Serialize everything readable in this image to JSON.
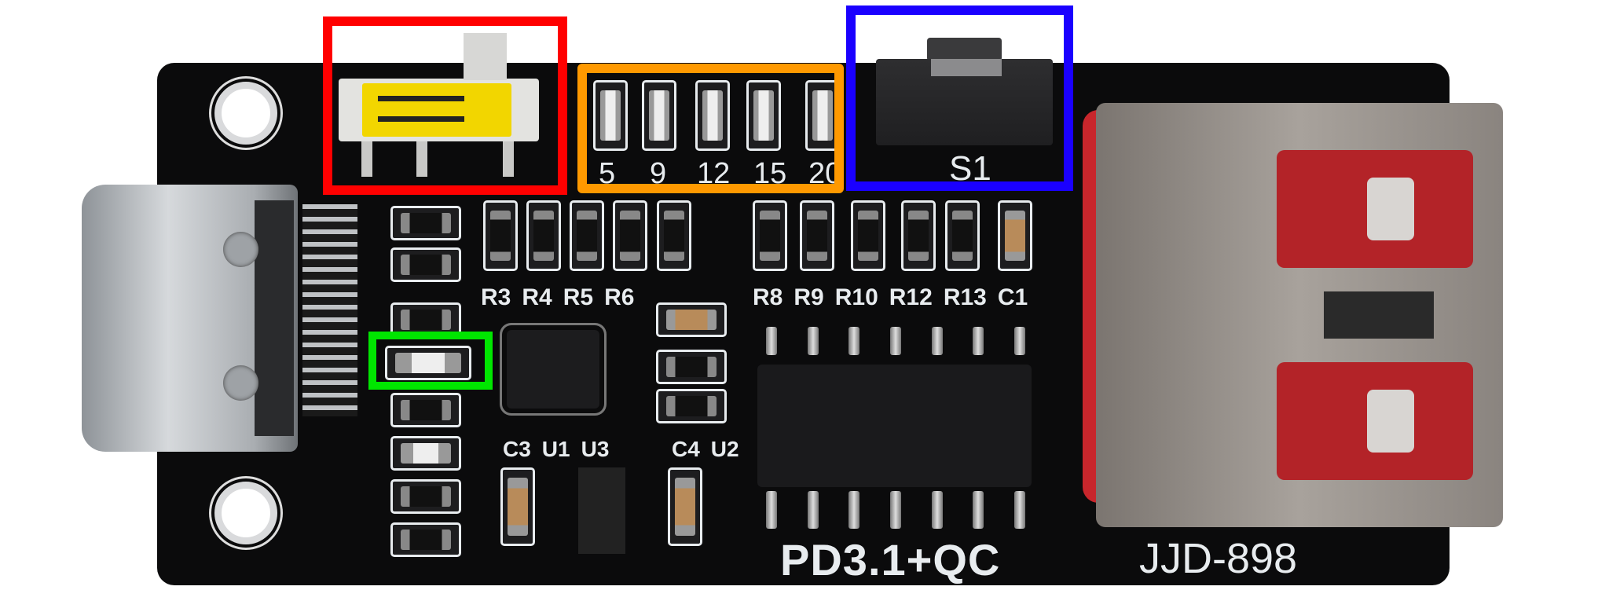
{
  "board": {
    "model_label": "JJD-898",
    "protocol_label": "PD3.1+QC",
    "switch_label": "S1",
    "voltage_labels": [
      "5",
      "9",
      "12",
      "15",
      "20"
    ],
    "resistor_labels_left": [
      "R3",
      "R4",
      "R5",
      "R6"
    ],
    "resistor_labels_right": [
      "R8",
      "R9",
      "R10",
      "R12",
      "R13",
      "C1"
    ],
    "bottom_labels_left": [
      "C3",
      "U1",
      "U3"
    ],
    "bottom_labels_right": [
      "C4",
      "U2"
    ]
  },
  "annotations": {
    "colors": {
      "red": "#ff0000",
      "orange": "#ff9900",
      "blue": "#1a00ff",
      "green": "#00e600"
    }
  }
}
